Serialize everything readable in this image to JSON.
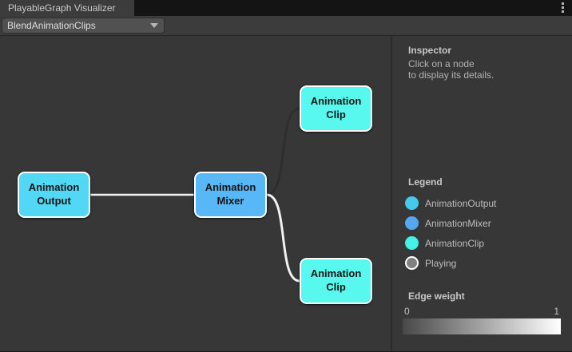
{
  "window": {
    "title": "PlayableGraph Visualizer"
  },
  "toolbar": {
    "graph_selector": {
      "value": "BlendAnimationClips"
    }
  },
  "graph": {
    "nodes": [
      {
        "id": "animation-output",
        "label": "Animation Output",
        "color": "#52d7f4"
      },
      {
        "id": "animation-mixer",
        "label": "Animation Mixer",
        "color": "#58b7f6"
      },
      {
        "id": "animation-clip-top",
        "label": "Animation Clip",
        "color": "#59f8ef"
      },
      {
        "id": "animation-clip-bottom",
        "label": "Animation Clip",
        "color": "#59f8ef"
      }
    ],
    "edges": [
      {
        "from": "animation-output",
        "to": "animation-mixer",
        "color": "#f2f2f2"
      },
      {
        "from": "animation-mixer",
        "to": "animation-clip-top",
        "color": "#2e2e2e"
      },
      {
        "from": "animation-mixer",
        "to": "animation-clip-bottom",
        "color": "#f2f2f2"
      }
    ]
  },
  "inspector": {
    "title": "Inspector",
    "hint_line1": "Click on a node",
    "hint_line2": "to display its details."
  },
  "legend": {
    "title": "Legend",
    "items": [
      {
        "label": "AnimationOutput",
        "color": "#47c9ee"
      },
      {
        "label": "AnimationMixer",
        "color": "#55a8f0"
      },
      {
        "label": "AnimationClip",
        "color": "#47f0e6"
      },
      {
        "label": "Playing",
        "color": "#808080",
        "ring": true
      }
    ]
  },
  "edge_weight": {
    "title": "Edge weight",
    "min": "0",
    "max": "1",
    "gradient_from": "#484848",
    "gradient_to": "#ffffff"
  }
}
